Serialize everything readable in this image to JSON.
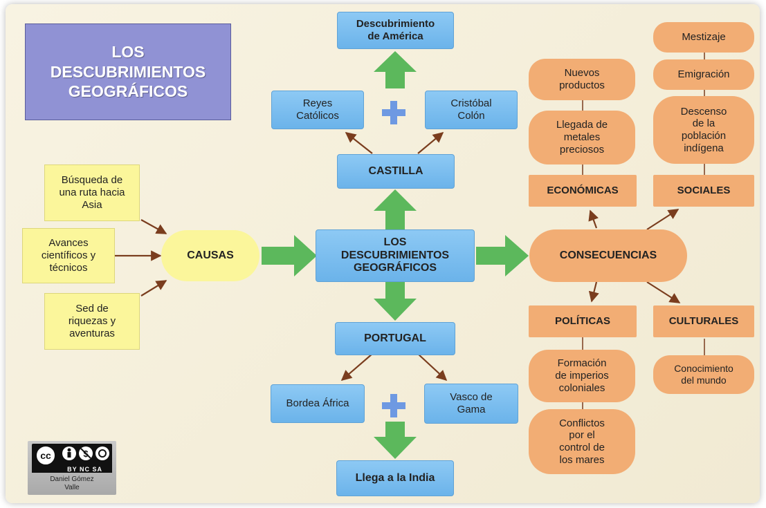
{
  "title": "LOS\nDESCUBRIMIENTOS\nGEOGRÁFICOS",
  "causes": {
    "items": [
      "Búsqueda de\nuna ruta hacia\nAsia",
      "Avances\ncientíficos y\ntécnicos",
      "Sed de\nriquezas y\naventuras"
    ],
    "label": "CAUSAS"
  },
  "center": "LOS\nDESCUBRIMIENTOS\nGEOGRÁFICOS",
  "castilla": {
    "label": "CASTILLA",
    "partners": [
      "Reyes\nCatólicos",
      "Cristóbal\nColón"
    ],
    "result": "Descubrimiento\nde América"
  },
  "portugal": {
    "label": "PORTUGAL",
    "partners": [
      "Bordea África",
      "Vasco de\nGama"
    ],
    "result": "Llega a la India"
  },
  "consequences": {
    "label": "CONSECUENCIAS",
    "economicas": {
      "label": "ECONÓMICAS",
      "items": [
        "Nuevos\nproductos",
        "Llegada de\nmetales\npreciosos"
      ]
    },
    "sociales": {
      "label": "SOCIALES",
      "items": [
        "Mestizaje",
        "Emigración",
        "Descenso\nde la\npoblación\nindígena"
      ]
    },
    "politicas": {
      "label": "POLÍTICAS",
      "items": [
        "Formación\nde imperios\ncoloniales",
        "Conflictos\npor el\ncontrol de\nlos mares"
      ]
    },
    "culturales": {
      "label": "CULTURALES",
      "items": [
        "Conocimiento\ndel mundo"
      ]
    }
  },
  "license": {
    "badge": "cc-by-nc-sa-icon",
    "terms": "BY  NC  SA",
    "author": "Daniel Gómez\nValle"
  },
  "colors": {
    "blue_node": "#7bbcef",
    "yellow_node": "#fbf69b",
    "orange_node": "#f2ad74",
    "green_arrow": "#5cb85c",
    "plus_sign": "#6e99e2",
    "connector": "#7a3d1e",
    "title_box": "#9092d4"
  }
}
